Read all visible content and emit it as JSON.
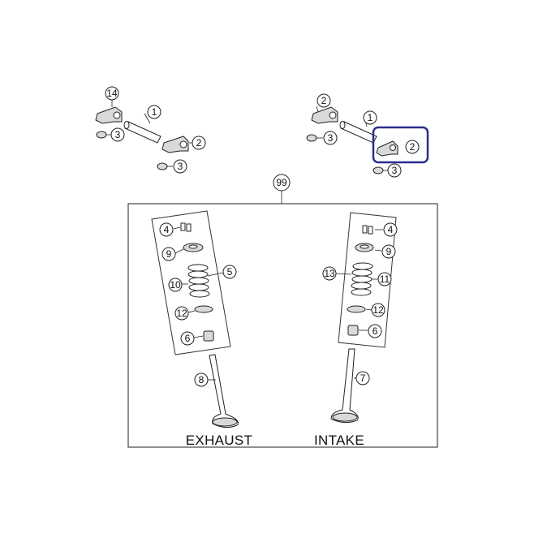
{
  "colors": {
    "outline": "#222222",
    "highlight": "#2b2e8c",
    "background": "#ffffff"
  },
  "captions": {
    "exhaust": "EXHAUST",
    "intake": "INTAKE"
  },
  "callouts": {
    "c1a": "1",
    "c2a": "2",
    "c3a": "3",
    "c3b": "3",
    "c14": "14",
    "c1b": "1",
    "c2b": "2",
    "c2c": "2",
    "c3c": "3",
    "c3d": "3",
    "c99": "99",
    "e4": "4",
    "e9": "9",
    "e5": "5",
    "e10": "10",
    "e12": "12",
    "e6": "6",
    "e8": "8",
    "i4": "4",
    "i9": "9",
    "i13": "13",
    "i11": "11",
    "i12": "12",
    "i6": "6",
    "i7": "7"
  },
  "highlighted_callout": "2"
}
